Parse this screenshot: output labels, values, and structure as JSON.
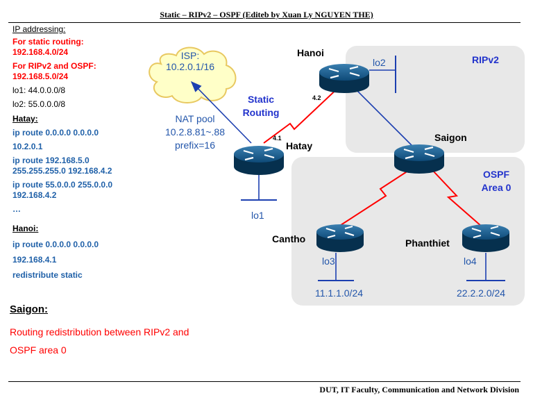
{
  "title": "Static – RIPv2 – OSPF (Editeb by Xuan Ly NGUYEN THE)",
  "footer": "DUT, IT Faculty, Communication and Network Division",
  "left_panel": {
    "ip_heading": "IP addressing:",
    "static_label": "For static routing:",
    "static_net": "192.168.4.0/24",
    "ripospf_label": "For RIPv2 and OSPF:",
    "ripospf_net": "192.168.5.0/24",
    "lo1": "lo1: 44.0.0.0/8",
    "lo2": "lo2: 55.0.0.0/8",
    "hatay_heading": "Hatay:",
    "hatay_lines": [
      "ip route 0.0.0.0 0.0.0.0",
      "10.2.0.1",
      "ip route 192.168.5.0",
      "255.255.255.0 192.168.4.2",
      "ip route 55.0.0.0 255.0.0.0",
      "192.168.4.2",
      "…"
    ],
    "hanoi_heading": "Hanoi:",
    "hanoi_lines": [
      "ip route 0.0.0.0 0.0.0.0",
      "192.168.4.1",
      "redistribute static"
    ],
    "saigon_heading": "Saigon:",
    "saigon_lines": [
      "Routing redistribution between RIPv2 and",
      "OSPF area 0"
    ]
  },
  "diagram": {
    "isp_lines": [
      "ISP:",
      "10.2.0.1/16"
    ],
    "nat_lines": [
      "NAT pool",
      "10.2.8.81~.88",
      "prefix=16"
    ],
    "static_routing_lines": [
      "Static",
      "Routing"
    ],
    "ripv2_label": "RIPv2",
    "ospf_lines": [
      "OSPF",
      "Area 0"
    ],
    "routers": {
      "hanoi": "Hanoi",
      "hatay": "Hatay",
      "saigon": "Saigon",
      "cantho": "Cantho",
      "phanthiet": "Phanthiet"
    },
    "if_hatay": "4.1",
    "if_hanoi": "4.2",
    "lo1": "lo1",
    "lo2": "lo2",
    "lo3": "lo3",
    "lo4": "lo4",
    "net_cantho": "11.1.1.0/24",
    "net_phanthiet": "22.2.2.0/24"
  },
  "colors": {
    "red_text": "#ff0000",
    "blue_text": "#1f60a8",
    "region_fill": "#e8e8e8",
    "serial_link": "#ff0000",
    "ethernet_link": "#1c3fb0",
    "router_body": "#06304e",
    "cloud_fill": "#ffffc8",
    "cloud_stroke": "#e8c860"
  }
}
